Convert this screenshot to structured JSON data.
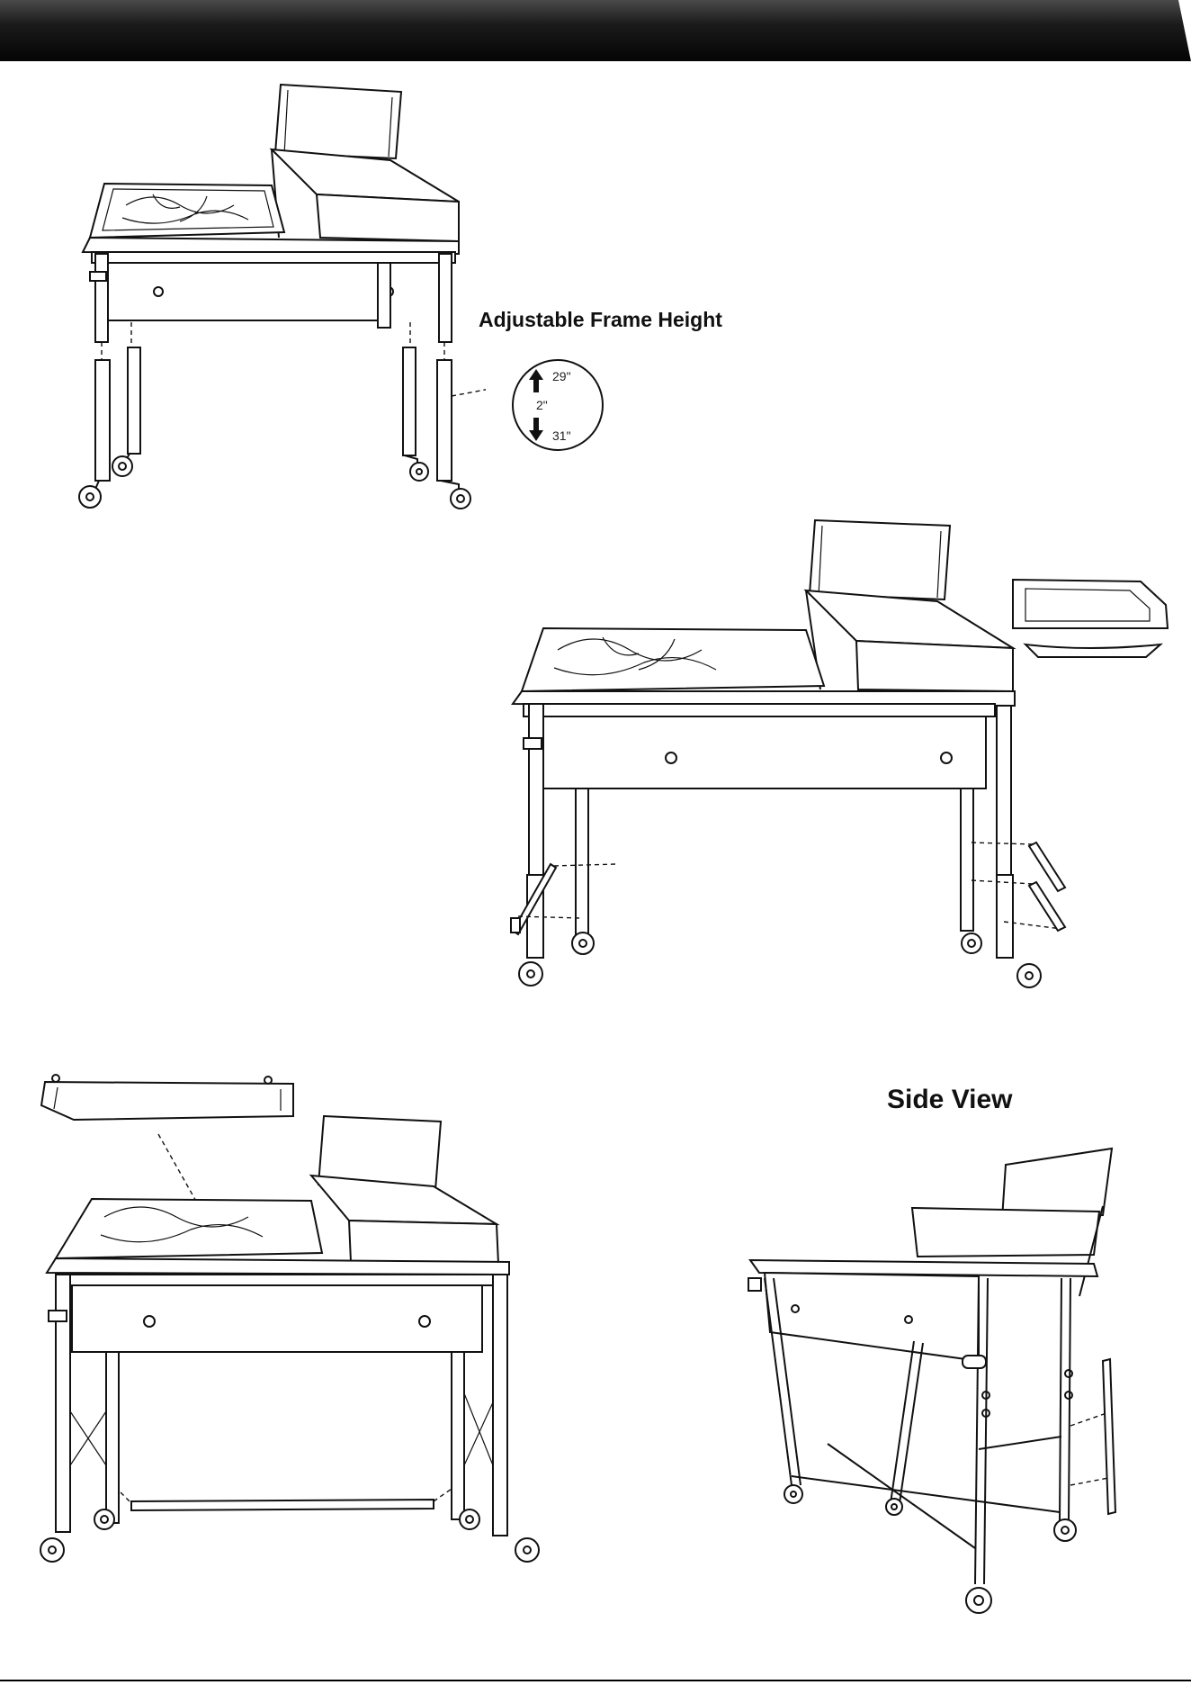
{
  "labels": {
    "adjustable_frame_height": "Adjustable Frame Height",
    "side_view": "Side View"
  },
  "height_range": {
    "max": "29\"",
    "step": "2\"",
    "min": "31\""
  },
  "colors": {
    "header": "#0a0a0a",
    "line": "#111111",
    "background": "#ffffff"
  }
}
